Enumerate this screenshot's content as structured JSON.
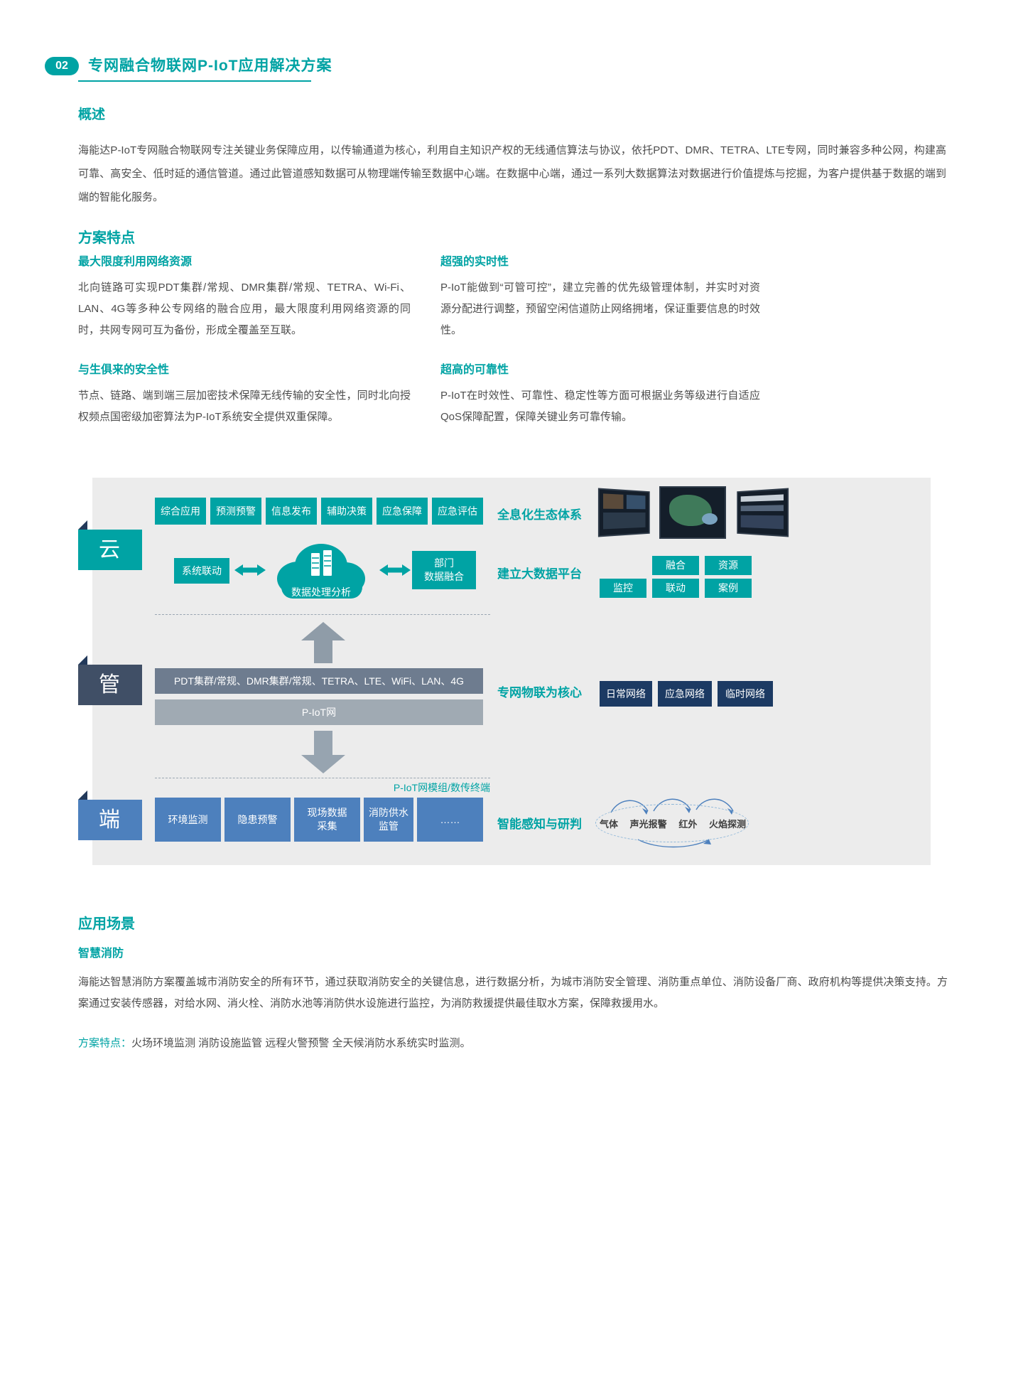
{
  "page": {
    "badge": "02",
    "title": "专网融合物联网P-IoT应用解决方案"
  },
  "overview": {
    "heading": "概述",
    "body": "海能达P-IoT专网融合物联网专注关键业务保障应用，以传输通道为核心，利用自主知识产权的无线通信算法与协议，依托PDT、DMR、TETRA、LTE专网，同时兼容多种公网，构建高可靠、高安全、低时延的通信管道。通过此管道感知数据可从物理端传输至数据中心端。在数据中心端，通过一系列大数据算法对数据进行价值提炼与挖掘，为客户提供基于数据的端到端的智能化服务。"
  },
  "features": {
    "heading": "方案特点",
    "items": [
      {
        "title": "最大限度利用网络资源",
        "body": "北向链路可实现PDT集群/常规、DMR集群/常规、TETRA、Wi-Fi、LAN、4G等多种公专网络的融合应用，最大限度利用网络资源的同时，共网专网可互为备份，形成全覆盖至互联。"
      },
      {
        "title": "超强的实时性",
        "body": "P-IoT能做到“可管可控”，建立完善的优先级管理体制，并实时对资源分配进行调整，预留空闲信道防止网络拥堵，保证重要信息的时效性。"
      },
      {
        "title": "与生俱来的安全性",
        "body": "节点、链路、端到端三层加密技术保障无线传输的安全性，同时北向授权频点国密级加密算法为P-IoT系统安全提供双重保障。"
      },
      {
        "title": "超高的可靠性",
        "body": "P-IoT在时效性、可靠性、稳定性等方面可根据业务等级进行自适应QoS保障配置，保障关键业务可靠传输。"
      }
    ]
  },
  "diagram": {
    "layers": {
      "cloud": "云",
      "pipe": "管",
      "edge": "端"
    },
    "cloud_apps": [
      "综合应用",
      "预测预警",
      "信息发布",
      "辅助决策",
      "应急保障",
      "应急评估"
    ],
    "ecosystem_label": "全息化生态体系",
    "system_link": "系统联动",
    "data_processing": "数据处理分析",
    "dept_fusion": "部门\n数据融合",
    "bigdata_label": "建立大数据平台",
    "bigdata_row1": [
      "融合",
      "资源"
    ],
    "bigdata_row2": [
      "监控",
      "联动",
      "案例"
    ],
    "network_bar": "PDT集群/常规、DMR集群/常规、TETRA、LTE、WiFi、LAN、4G",
    "piot_bar": "P-IoT网",
    "core_label": "专网物联为核心",
    "network_types": [
      "日常网络",
      "应急网络",
      "临时网络"
    ],
    "module_label": "P-IoT网模组/数传终端",
    "edge_apps": [
      "环境监测",
      "隐患预警",
      "现场数据\n采集",
      "消防供水\n监管",
      "……"
    ],
    "perception_label": "智能感知与研判",
    "sensors": [
      "气体",
      "声光报警",
      "红外",
      "火焰探测"
    ]
  },
  "scenario": {
    "heading": "应用场景",
    "subheading": "智慧消防",
    "body": "海能达智慧消防方案覆盖城市消防安全的所有环节，通过获取消防安全的关键信息，进行数据分析，为城市消防安全管理、消防重点单位、消防设备厂商、政府机构等提供决策支持。方案通过安装传感器，对给水网、消火栓、消防水池等消防供水设施进行监控，为消防救援提供最佳取水方案，保障救援用水。",
    "features_label": "方案特点：",
    "features_text": "火场环境监测 消防设施监管 远程火警预警 全天候消防水系统实时监测。"
  },
  "colors": {
    "accent": "#00a3a4",
    "pipe_tab": "#404f66",
    "edge_blue": "#4d80bd",
    "network_navy": "#1c3a63",
    "bar_dark": "#6e7c8f",
    "bar_light": "#a0aab3",
    "diagram_bg": "#ececec"
  }
}
